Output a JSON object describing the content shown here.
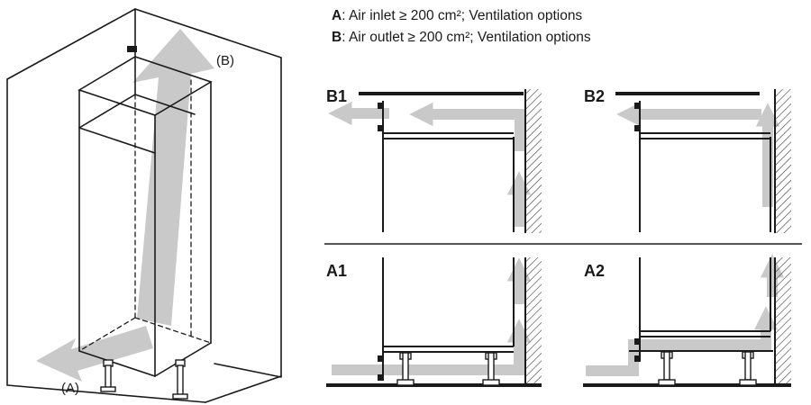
{
  "colors": {
    "line": "#1a1a1a",
    "arrow": "#c9c9c9",
    "background": "#ffffff"
  },
  "legend": {
    "a_key": "A",
    "a_text": ": Air inlet ≥ 200 cm²; Ventilation options",
    "b_key": "B",
    "b_text": ": Air outlet ≥ 200 cm²; Ventilation options"
  },
  "iso": {
    "label_a": "(A)",
    "label_b": "(B)"
  },
  "panels": {
    "b1": "B1",
    "b2": "B2",
    "a1": "A1",
    "a2": "A2"
  }
}
